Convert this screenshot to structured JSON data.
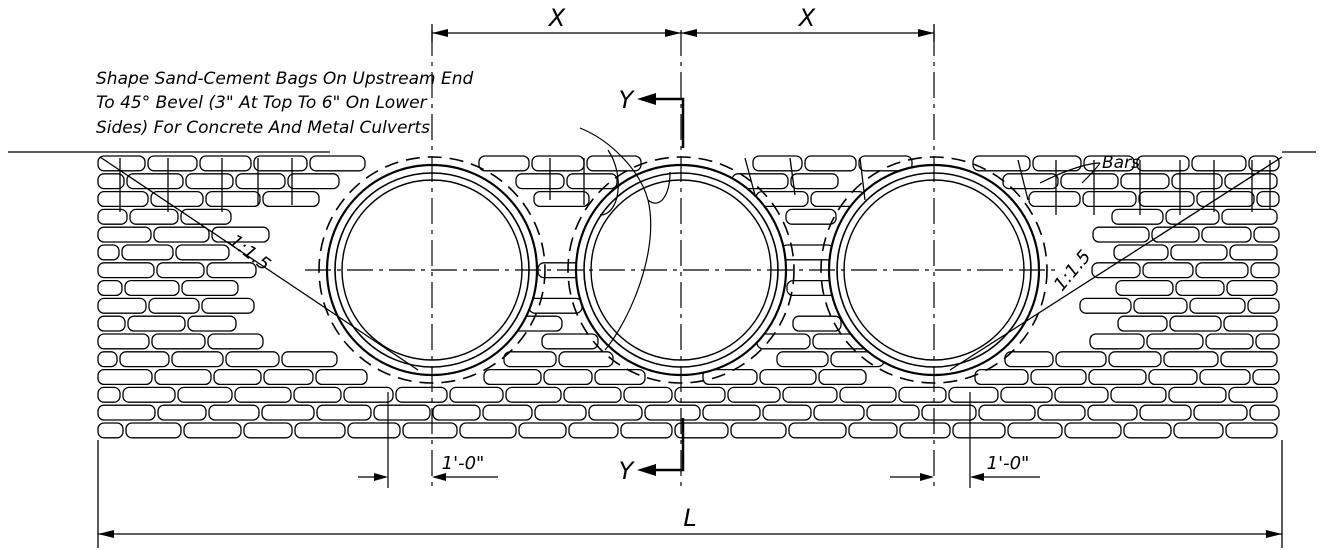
{
  "note_lines": [
    "Shape Sand-Cement Bags On Upstream End",
    "To 45° Bevel (3\" At Top To 6\" On Lower",
    "Sides) For Concrete And Metal Culverts"
  ],
  "labels": {
    "x_left": "X",
    "x_right": "X",
    "section_top": "Y",
    "section_bottom": "Y",
    "bars": "Bars",
    "slope_left": "1:1.5",
    "slope_right": "1:1.5",
    "clear_left": "1'-0\"",
    "clear_right": "1'-0\"",
    "length": "L"
  },
  "colors": {
    "line": "#000000",
    "background": "#ffffff"
  }
}
